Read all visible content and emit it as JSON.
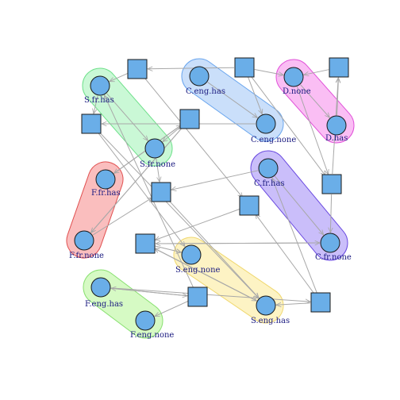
{
  "graph": {
    "labels": {
      "S_fr_has": "S.fr.has",
      "S_fr_none": "S.fr.none",
      "C_eng_has": "C.eng.has",
      "C_eng_none": "C.eng.none",
      "D_none": "D.none",
      "D_has": "D.has",
      "F_fr_has": "F.fr.has",
      "F_fr_none": "F.fr.none",
      "C_fr_has": "C.fr.has",
      "C_fr_none": "C.fr.none",
      "S_eng_none": "S.eng.none",
      "S_eng_has": "S.eng.has",
      "F_eng_has": "F.eng.has",
      "F_eng_none": "F.eng.none"
    },
    "colors": {
      "node_fill": "#6aaee8",
      "node_stroke": "#1a1a1a",
      "edge": "#a8a8a8",
      "label": "#1a1a80"
    },
    "groups": [
      {
        "id": "S_fr",
        "members": [
          "S_fr_has",
          "S_fr_none"
        ],
        "fill": "#b8f5c8",
        "stroke": "#6ee08a"
      },
      {
        "id": "C_eng",
        "members": [
          "C_eng_has",
          "C_eng_none"
        ],
        "fill": "#b8d4f8",
        "stroke": "#6aa6ee"
      },
      {
        "id": "D",
        "members": [
          "D_none",
          "D_has"
        ],
        "fill": "#f8a8f0",
        "stroke": "#e050d8"
      },
      {
        "id": "F_fr",
        "members": [
          "F_fr_has",
          "F_fr_none"
        ],
        "fill": "#f8a8a8",
        "stroke": "#e05050"
      },
      {
        "id": "C_fr",
        "members": [
          "C_fr_has",
          "C_fr_none"
        ],
        "fill": "#b8a8f8",
        "stroke": "#6a4ae0"
      },
      {
        "id": "S_eng",
        "members": [
          "S_eng_none",
          "S_eng_has"
        ],
        "fill": "#fcefb0",
        "stroke": "#f0d870"
      },
      {
        "id": "F_eng",
        "members": [
          "F_eng_has",
          "F_eng_none"
        ],
        "fill": "#c8f8b0",
        "stroke": "#88e070"
      }
    ],
    "edges": [
      [
        "SQ1",
        "S_fr_has"
      ],
      [
        "SQ2",
        "SQ1"
      ],
      [
        "S_fr_has",
        "SQ4"
      ],
      [
        "SQ1",
        "SQ8"
      ],
      [
        "SQ2",
        "D_none"
      ],
      [
        "C_eng_has",
        "C_eng_none"
      ],
      [
        "SQ2",
        "C_eng_none"
      ],
      [
        "D_none",
        "D_has"
      ],
      [
        "SQ3",
        "D_none"
      ],
      [
        "D_has",
        "SQ3"
      ],
      [
        "D_none",
        "SQ7"
      ],
      [
        "C_eng_none",
        "SQ4"
      ],
      [
        "SQ4",
        "S_eng_none"
      ],
      [
        "S_fr_none",
        "SQ6"
      ],
      [
        "S_fr_has",
        "S_fr_none"
      ],
      [
        "SQ5",
        "S_fr_none"
      ],
      [
        "SQ5",
        "F_fr_has"
      ],
      [
        "F_fr_has",
        "SQ5"
      ],
      [
        "SQ5",
        "F_fr_none"
      ],
      [
        "F_fr_none",
        "SQ6"
      ],
      [
        "SQ5",
        "F_fr_none"
      ],
      [
        "C_fr_has",
        "SQ6"
      ],
      [
        "C_fr_has",
        "C_fr_none"
      ],
      [
        "C_fr_none",
        "SQ9"
      ],
      [
        "SQ7",
        "C_fr_none"
      ],
      [
        "SQ7",
        "SQ3"
      ],
      [
        "SQ9",
        "S_eng_none"
      ],
      [
        "S_eng_has",
        "SQ9"
      ],
      [
        "SQ8",
        "SQ9"
      ],
      [
        "SQ11",
        "SQ8"
      ],
      [
        "F_eng_has",
        "SQ10"
      ],
      [
        "SQ10",
        "F_eng_has"
      ],
      [
        "F_eng_has",
        "SQ11"
      ],
      [
        "SQ10",
        "F_eng_none"
      ],
      [
        "SQ11",
        "S_eng_has"
      ],
      [
        "S_eng_has",
        "SQ12"
      ],
      [
        "SQ12",
        "S_eng_none"
      ],
      [
        "SQ6",
        "S_eng_has"
      ],
      [
        "SQ4",
        "S_eng_has"
      ],
      [
        "SQ10",
        "S_fr_has"
      ],
      [
        "SQ9",
        "S_eng_has"
      ],
      [
        "SQ2",
        "SQ7"
      ],
      [
        "SQ11",
        "C_fr_has"
      ],
      [
        "SQ12",
        "C_fr_none"
      ]
    ]
  }
}
